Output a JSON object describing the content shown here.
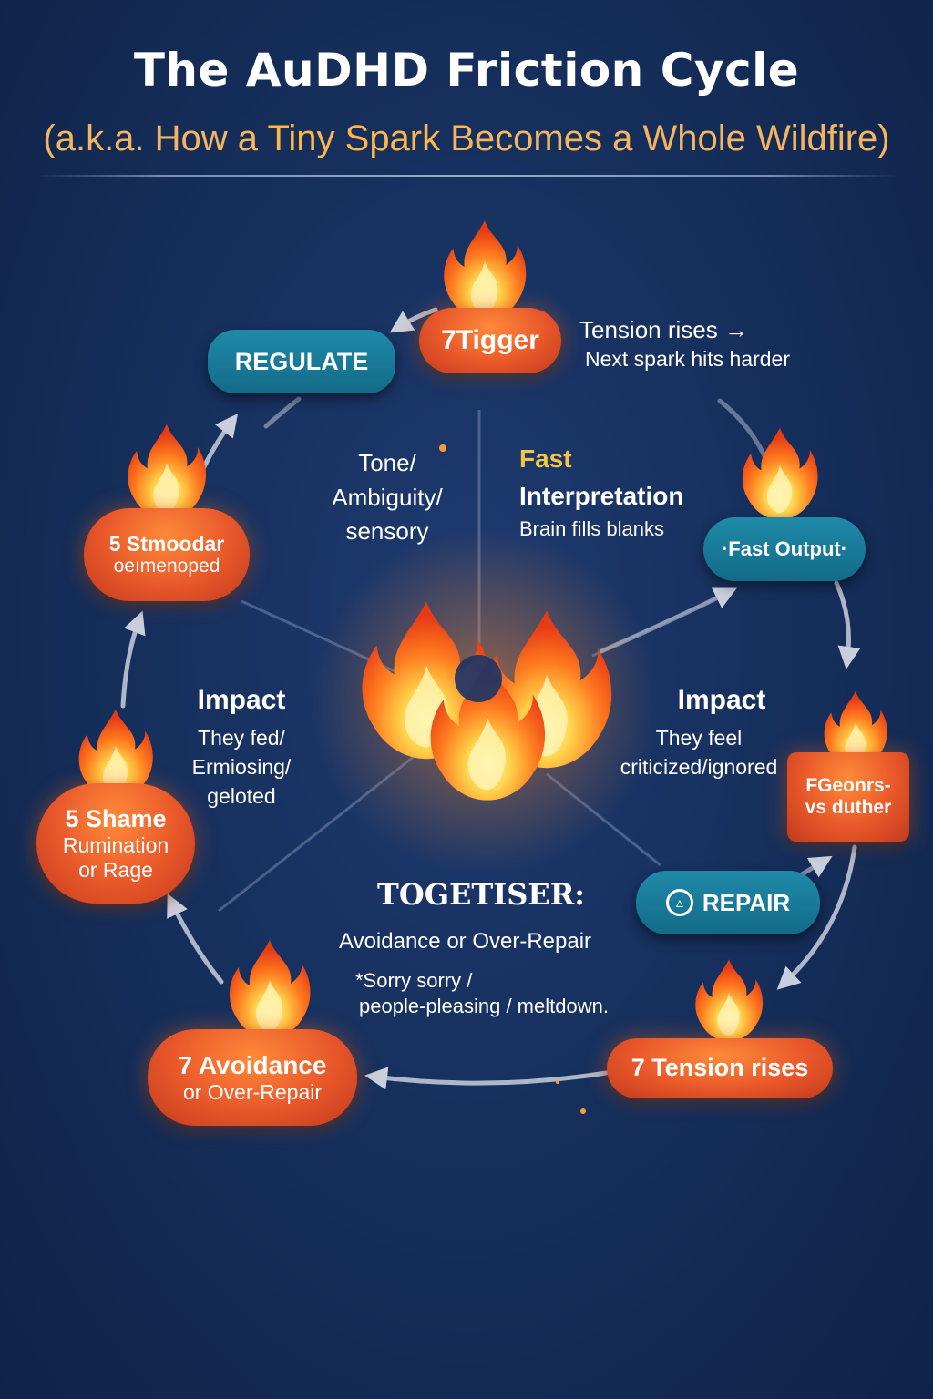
{
  "header": {
    "title": "The AuDHD Friction Cycle",
    "subtitle_prefix": "(a.k.a. How a ",
    "subtitle_highlight": "Tiny Spark",
    "subtitle_suffix": " Becomes a Whole Wildfire)"
  },
  "nodes": {
    "trigger": "7Tigger",
    "regulate": "REGULATE",
    "fast_output": "·Fast Output·",
    "stmoodar_1": "5 Stmoodar",
    "stmoodar_2": "oeımenoped",
    "shame_1": "5 Shame",
    "shame_2": "Rumination",
    "shame_3": "or Rage",
    "fgeonrs_1": "FGeonrs-",
    "fgeonrs_2": "vs duther",
    "repair": "REPAIR",
    "avoidance_1": "7 Avoidance",
    "avoidance_2": "or Over-Repair",
    "tension": "7 Tension rises"
  },
  "annotations": {
    "tension_next_1": "Tension rises →",
    "tension_next_2": "Next spark hits harder",
    "tone_1": "Tone/",
    "tone_2": "Ambiguity/",
    "tone_3": "sensory",
    "fast_1": "Fast",
    "fast_2": "Interpretation",
    "fast_3": "Brain fills blanks",
    "impact_left_title": "Impact",
    "impact_left_1": "They fed/",
    "impact_left_2": "Ermiosing/",
    "impact_left_3": "geloted",
    "impact_right_title": "Impact",
    "impact_right_1": "They feel",
    "impact_right_2": "criticized/ignored",
    "together_title": "TOGETISER:",
    "together_line": "Avoidance or Over-Repair",
    "together_quote_1": "*Sorry sorry /",
    "together_quote_2": "people-pleasing / meltdown."
  },
  "icons": {
    "flame": "flame-icon",
    "repair": "repair-icon",
    "arrow": "arrow-icon"
  },
  "colors": {
    "background": "#16305e",
    "teal": "#1a7d9b",
    "orange": "#e8572a",
    "accent": "#f4b460",
    "fast_label": "#f5c542"
  }
}
